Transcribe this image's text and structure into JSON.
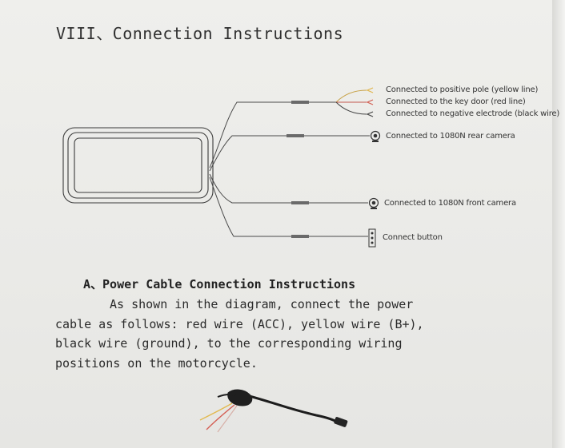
{
  "section": {
    "title": "VIII、Connection Instructions"
  },
  "diagram": {
    "labels": {
      "positive": "Connected to positive pole (yellow line)",
      "key_door": "Connected to the key door (red line)",
      "negative": "Connected to negative electrode (black wire)",
      "rear_camera": "Connected to 1080N rear camera",
      "front_camera": "Connected to 1080N front camera",
      "button": "Connect button"
    },
    "wire_colors": {
      "yellow": "#e8c25a",
      "red": "#d9655a",
      "black": "#444444"
    }
  },
  "subsection": {
    "title": "A、Power Cable Connection Instructions",
    "lines": [
      "As shown in the diagram, connect the power",
      "cable as follows: red wire (ACC), yellow wire (B+),",
      "black wire (ground), to the corresponding wiring",
      "positions on the motorcycle."
    ]
  }
}
